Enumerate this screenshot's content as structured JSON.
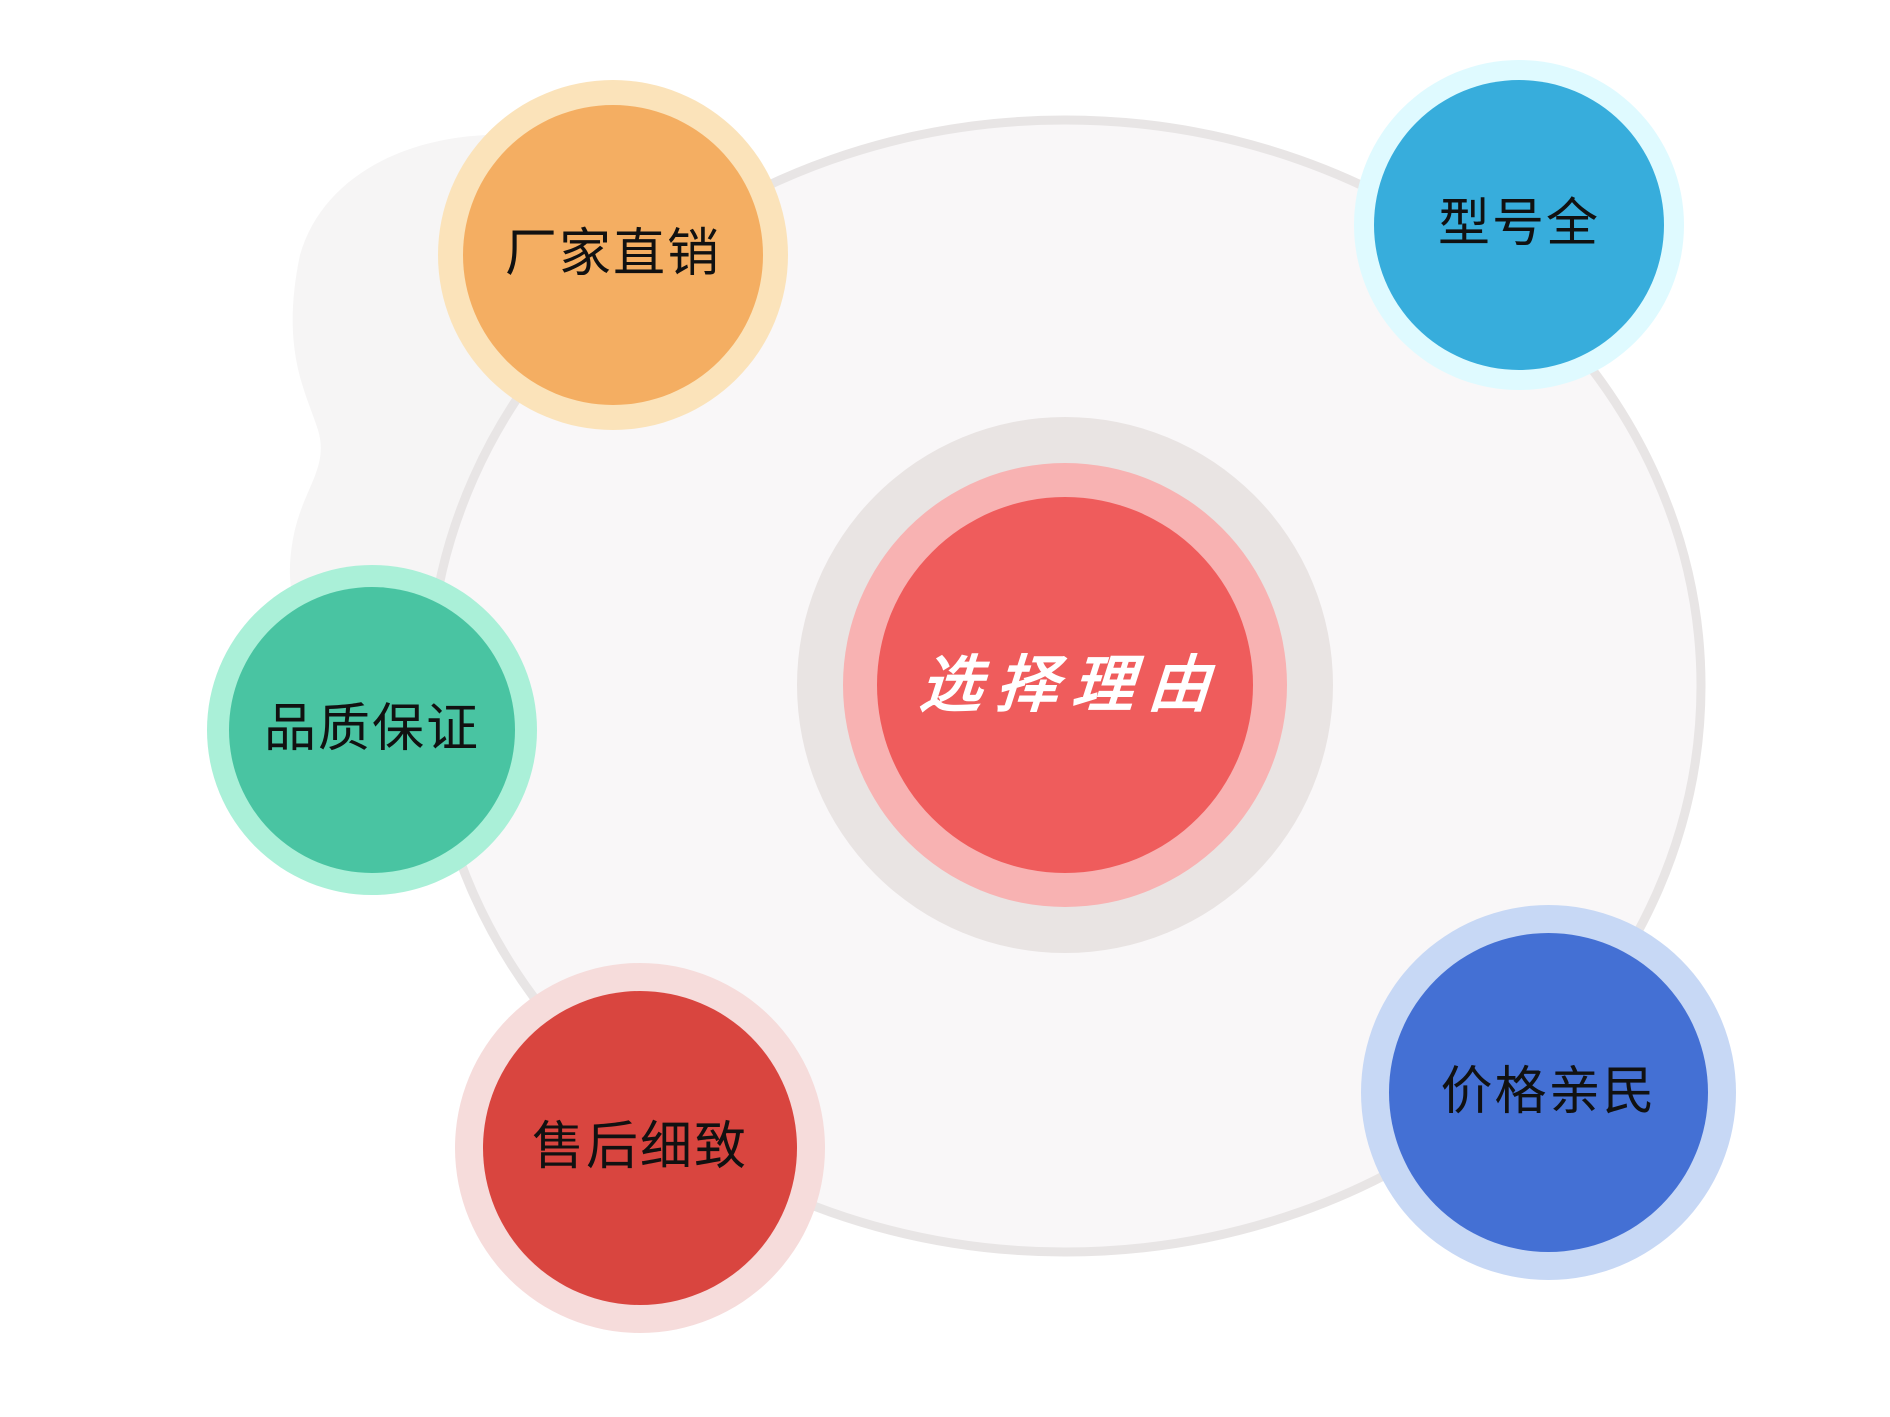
{
  "diagram": {
    "title": "选择理由",
    "type": "radial-bubble-diagram",
    "center": {
      "label": "选择理由",
      "core_color": "#ef5c5c",
      "mid_ring_color": "#f8b2b2",
      "outer_ring_color": "#e9e4e3",
      "text_color": "#ffffff"
    },
    "background": {
      "page_color": "#ffffff",
      "ellipse_fill": "#f9f7f8",
      "ellipse_stroke": "#e8e5e5",
      "blob_fill": "#f6f5f5"
    },
    "nodes": [
      {
        "label": "厂家直销",
        "core_color": "#f4ae62",
        "halo_color": "#fbe3ba",
        "text_color": "#111111",
        "position": "top-left"
      },
      {
        "label": "型号全",
        "core_color": "#37addc",
        "halo_color": "#dffaff",
        "text_color": "#111111",
        "position": "top-right"
      },
      {
        "label": "品质保证",
        "core_color": "#49c4a2",
        "halo_color": "#aaf0d8",
        "text_color": "#111111",
        "position": "left"
      },
      {
        "label": "售后细致",
        "core_color": "#d9453f",
        "halo_color": "#f6dcdb",
        "text_color": "#111111",
        "position": "bottom-left"
      },
      {
        "label": "价格亲民",
        "core_color": "#4470d4",
        "halo_color": "#c7d8f5",
        "text_color": "#111111",
        "position": "bottom-right"
      }
    ]
  }
}
